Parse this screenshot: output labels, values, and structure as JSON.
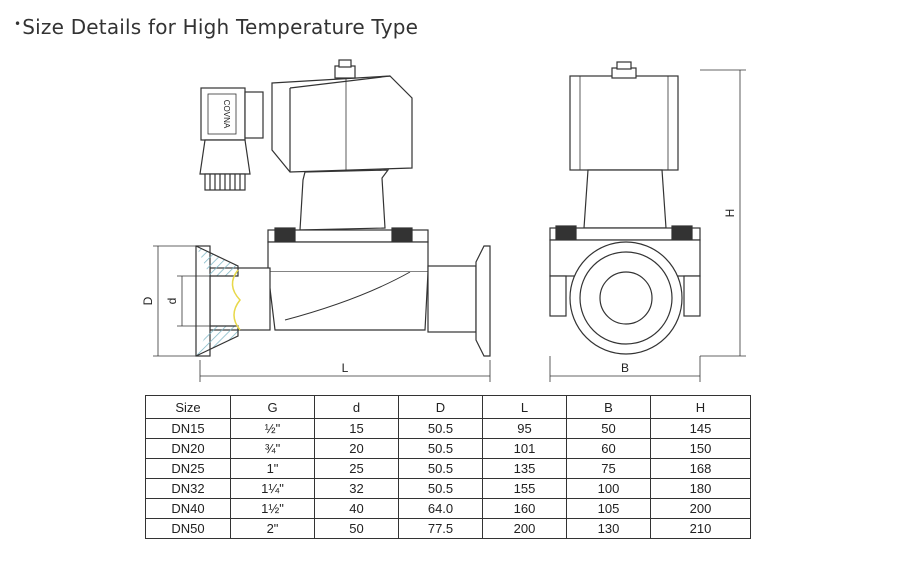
{
  "heading": {
    "bullet": "•",
    "text": "Size Details for High Temperature Type"
  },
  "drawing": {
    "brand_label": "COVNA",
    "dim_labels": {
      "D": "D",
      "d": "d",
      "L": "L",
      "B": "B",
      "H": "H"
    }
  },
  "table": {
    "headers": [
      "Size",
      "G",
      "d",
      "D",
      "L",
      "B",
      "H"
    ],
    "rows": [
      [
        "DN15",
        "½\"",
        "15",
        "50.5",
        "95",
        "50",
        "145"
      ],
      [
        "DN20",
        "¾\"",
        "20",
        "50.5",
        "101",
        "60",
        "150"
      ],
      [
        "DN25",
        "1\"",
        "25",
        "50.5",
        "135",
        "75",
        "168"
      ],
      [
        "DN32",
        "1¼\"",
        "32",
        "50.5",
        "155",
        "100",
        "180"
      ],
      [
        "DN40",
        "1½\"",
        "40",
        "64.0",
        "160",
        "105",
        "200"
      ],
      [
        "DN50",
        "2\"",
        "50",
        "77.5",
        "200",
        "130",
        "210"
      ]
    ]
  }
}
